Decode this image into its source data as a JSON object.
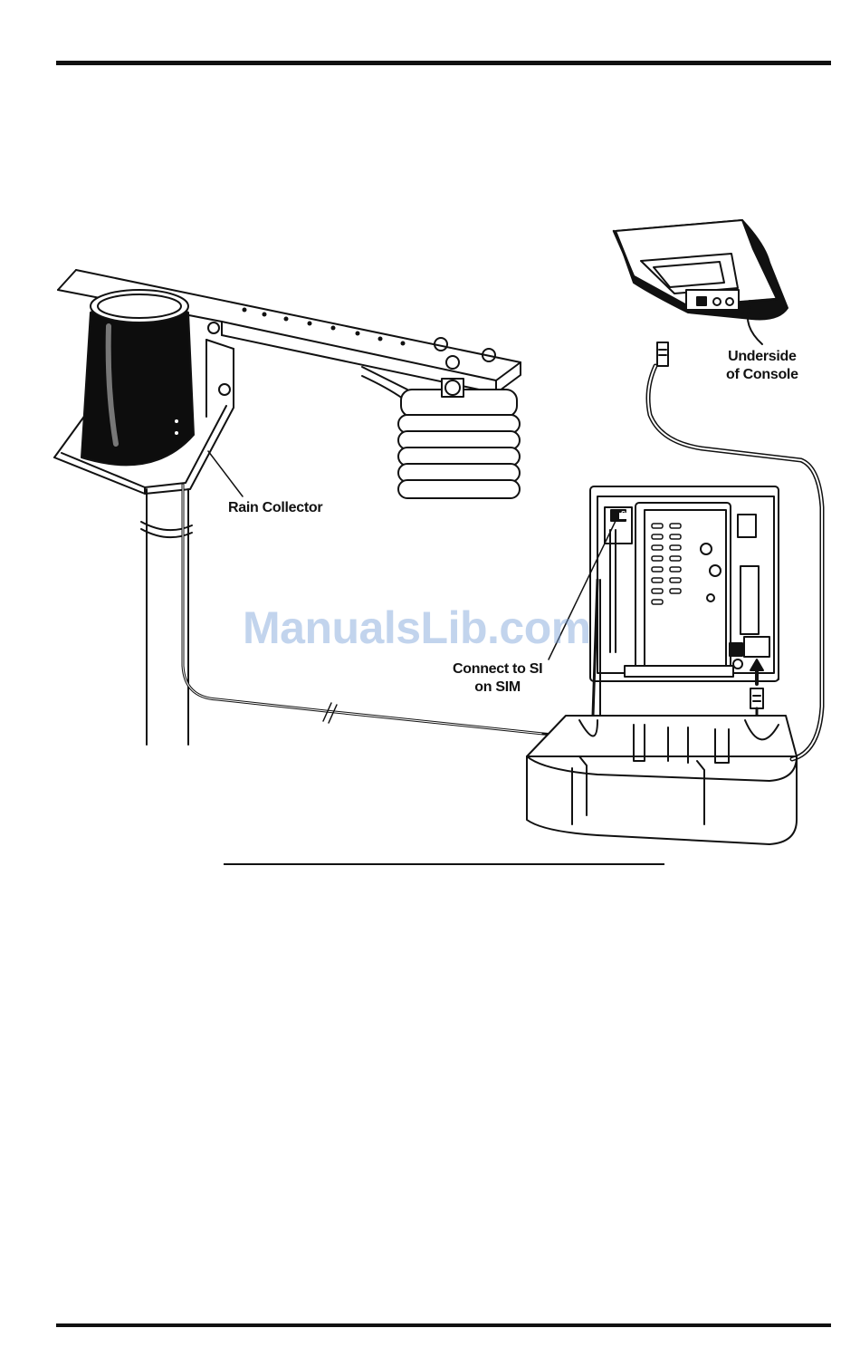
{
  "figure": {
    "labels": {
      "rain_collector": "Rain Collector",
      "underside_line1": "Underside",
      "underside_line2": "of Console",
      "connect_line1": "Connect to SI",
      "connect_line2": "on SIM"
    },
    "board_tag": "SI"
  },
  "watermark": "ManualsLib.com"
}
